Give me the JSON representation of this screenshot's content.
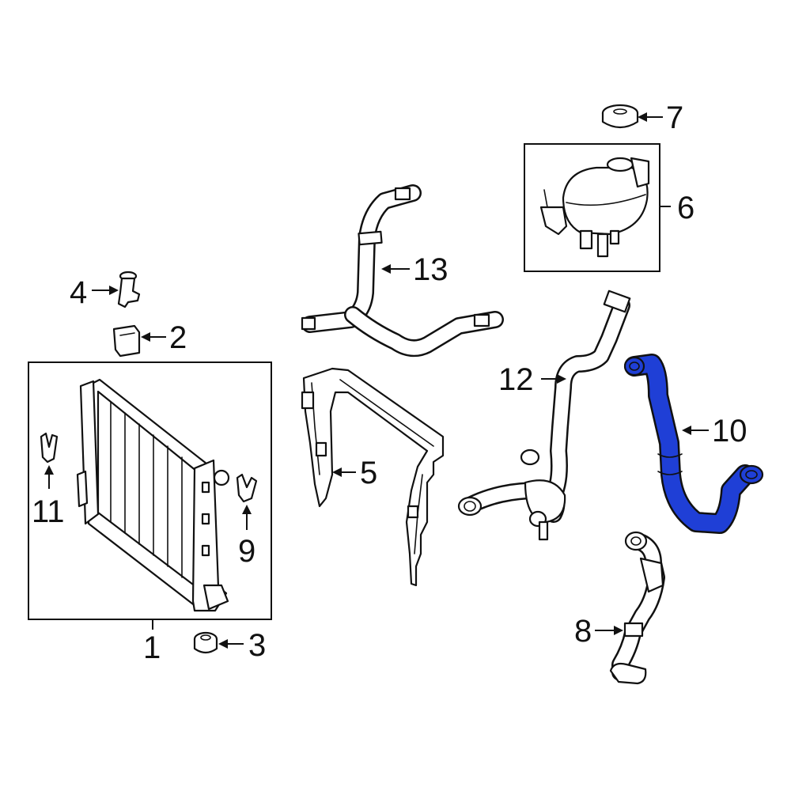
{
  "colors": {
    "background": "#ffffff",
    "line": "#111111",
    "highlight": "#1f3fd6"
  },
  "callouts": {
    "c1": "1",
    "c2": "2",
    "c3": "3",
    "c4": "4",
    "c5": "5",
    "c6": "6",
    "c7": "7",
    "c8": "8",
    "c9": "9",
    "c10": "10",
    "c11": "11",
    "c12": "12",
    "c13": "13"
  },
  "highlighted_part": "10"
}
